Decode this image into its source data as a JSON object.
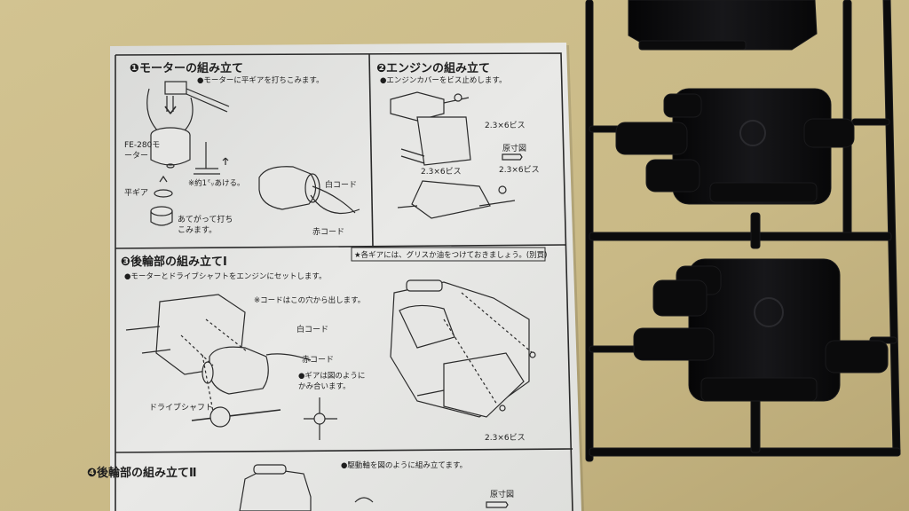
{
  "manual": {
    "step1": {
      "title": "❶モーターの組み立て",
      "note": "●モーターに平ギアを打ちこみます。",
      "motor_label": "FE-280モーター",
      "gear_label": "平ギア",
      "press_note": "あてがって打ちこみます。",
      "gap_note": "※約1㍉あける。",
      "white_cord": "白コード",
      "red_cord": "赤コード"
    },
    "step2": {
      "title": "❷エンジンの組み立て",
      "note": "●エンジンカバーをビス止めします。",
      "screw_right": "2.3×6ビス",
      "actual_size": "原寸図",
      "screw_actual": "2.3×6ビス",
      "screw_left": "2.3×6ビス"
    },
    "step3": {
      "title": "❸後輪部の組み立てⅠ",
      "grease_note": "★各ギアには、グリスか油をつけておきましょう。(別買)",
      "note": "●モーターとドライブシャフトをエンジンにセットします。",
      "cord_note": "※コードはこの穴から出します。",
      "white_cord": "白コード",
      "red_cord": "赤コード",
      "gear_mesh_note": "●ギアは図のようにかみ合います。",
      "drive_shaft": "ドライブシャフト",
      "screw": "2.3×6ビス"
    },
    "step4": {
      "title": "❹後輪部の組み立てⅡ",
      "note": "●駆動軸を図のように組み立てます。",
      "actual_size": "原寸図"
    }
  },
  "colors": {
    "table": "#cdbd8c",
    "paper": "#e8e8e6",
    "ink": "#1e1e1e",
    "sprue": "#0b0b0c"
  }
}
